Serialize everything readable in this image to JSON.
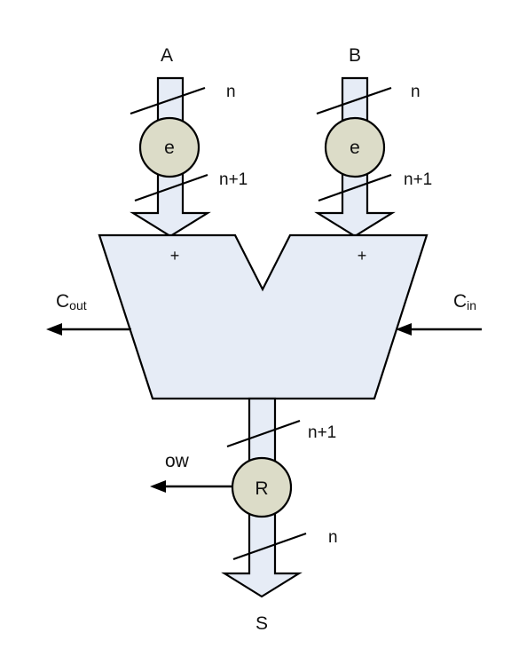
{
  "inputs": {
    "a_label": "A",
    "b_label": "B",
    "a_width": "n",
    "b_width": "n"
  },
  "extenders": {
    "a_node": "e",
    "b_node": "e",
    "a_ext_width": "n+1",
    "b_ext_width": "n+1"
  },
  "adder": {
    "plus_left": "+",
    "plus_right": "+",
    "cout_main": "C",
    "cout_sub": "out",
    "cin_main": "C",
    "cin_sub": "in"
  },
  "output": {
    "sum_width": "n+1",
    "round_node": "R",
    "overflow_label": "ow",
    "out_width": "n",
    "out_label": "S"
  },
  "colors": {
    "bus_fill": "#e6ecf6",
    "node_fill": "#dcdcc8",
    "stroke": "#000000"
  }
}
